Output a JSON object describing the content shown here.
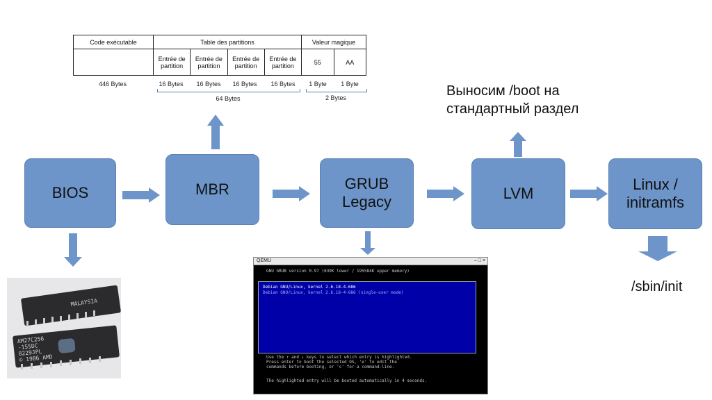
{
  "boxes": {
    "bios": "BIOS",
    "mbr": "MBR",
    "grub": [
      "GRUB",
      "Legacy"
    ],
    "lvm": "LVM",
    "linux": [
      "Linux /",
      "initramfs"
    ]
  },
  "mbr_table": {
    "headers": [
      "Code exécutable",
      "Table des partitions",
      "Valeur magique"
    ],
    "entry_label": [
      "Entrée de",
      "partition"
    ],
    "magic": [
      "55",
      "AA"
    ],
    "sizes": [
      "446 Bytes",
      "16 Bytes",
      "16 Bytes",
      "16 Bytes",
      "16 Bytes",
      "1 Byte",
      "1 Byte"
    ],
    "group_sizes": [
      "64 Bytes",
      "2 Bytes"
    ]
  },
  "notes": {
    "boot_partition": [
      "Выносим /boot на",
      "стандартный раздел"
    ],
    "sbin_init": "/sbin/init"
  },
  "eprom": {
    "chip1_text": "MALAYSIA",
    "chip2_text": [
      "AM27C256",
      "-155DC",
      "8229JPL",
      "© 1986 AMD"
    ]
  },
  "qemu": {
    "title": "QEMU",
    "controls": "– □ ×",
    "header": "GNU GRUB  version 0.97  (639K lower / 195584K upper memory)",
    "entries": [
      "Debian GNU/Linux, kernel 2.6.18-4-686",
      "Debian GNU/Linux, kernel 2.6.18-4-686 (single-user mode)"
    ],
    "help": [
      "Use the ↑ and ↓ keys to select which entry is highlighted.",
      "Press enter to boot the selected OS, 'e' to edit the",
      "commands before booting, or 'c' for a command-line."
    ],
    "countdown": "The highlighted entry will be booted automatically in 4 seconds."
  },
  "colors": {
    "box_fill": "#6d95c9",
    "arrow_fill": "#6d95c9",
    "grub_blue": "#0000a8"
  }
}
